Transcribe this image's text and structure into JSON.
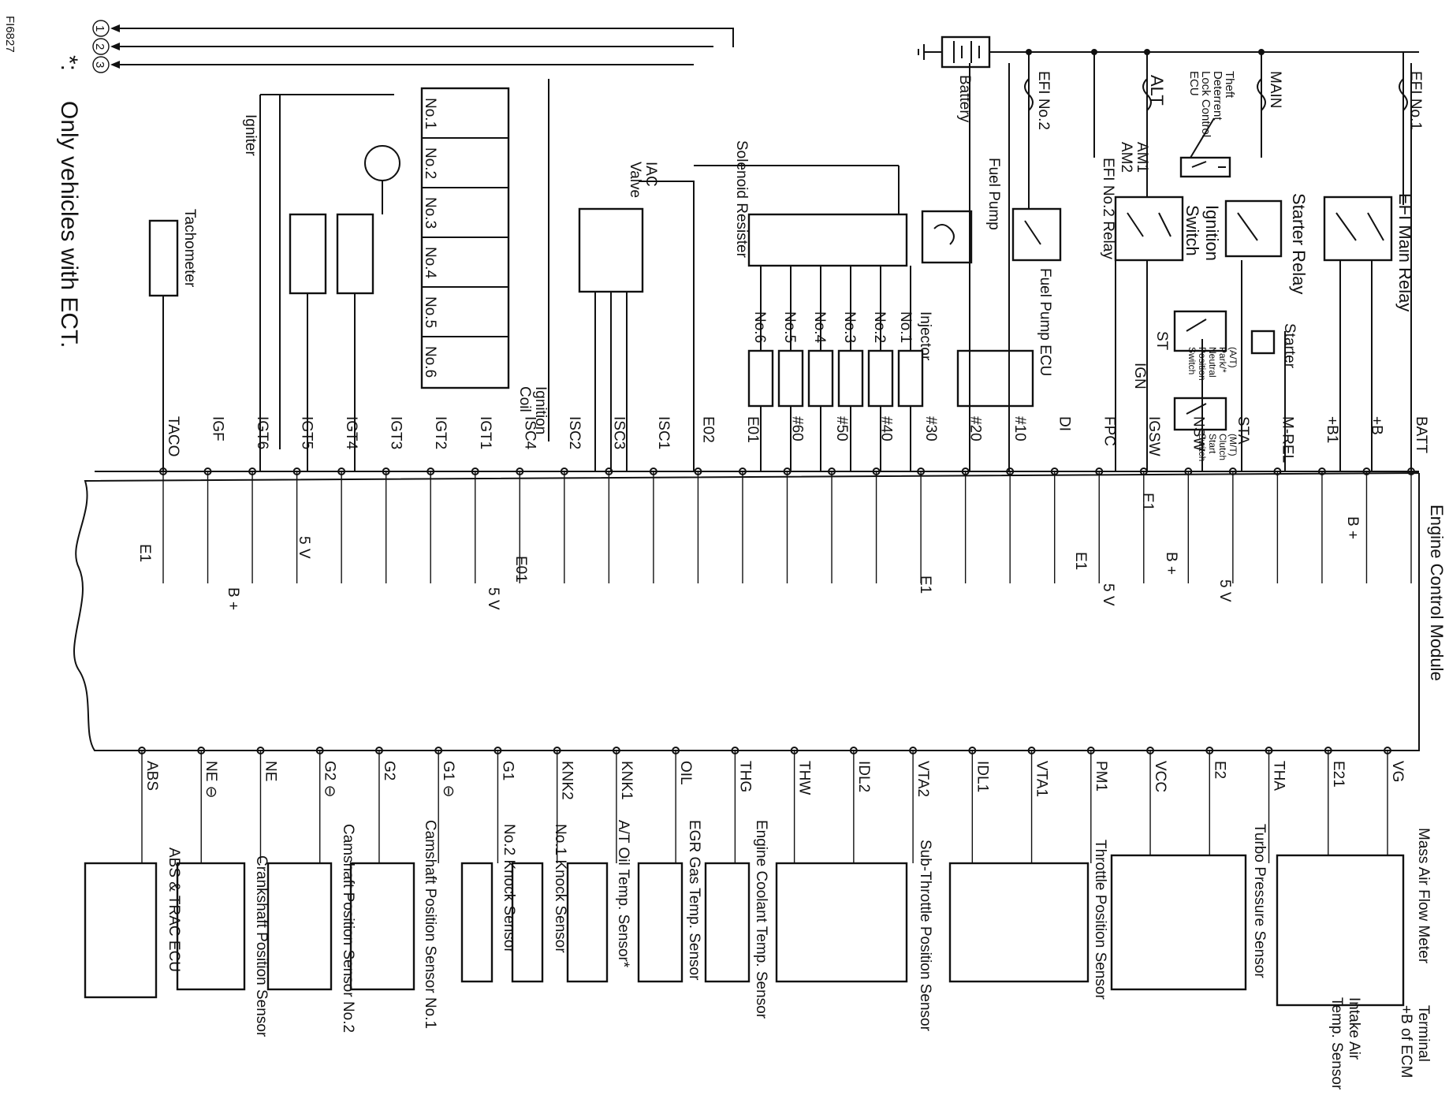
{
  "figure_id": "FI6827",
  "note": {
    "symbol": "*:",
    "text": "Only vehicles with ECT."
  },
  "connectors": [
    "1",
    "2",
    "3"
  ],
  "top": {
    "battery": "Battery",
    "efi_no2": "EFI No.2",
    "alt": "ALT",
    "theft": [
      "Theft",
      "Deterrent",
      "Lock Control",
      "ECU"
    ],
    "main": "MAIN",
    "efi_no1": "EFI No.1",
    "fuel_pump": "Fuel Pump",
    "fuel_pump_ecu": "Fuel Pump ECU",
    "efi_no2_relay": "EFI No.2 Relay",
    "am1": "AM1",
    "am2": "AM2",
    "ignition_switch": [
      "Ignition",
      "Switch"
    ],
    "starter_relay": "Starter Relay",
    "efi_main_relay": "EFI Main Relay",
    "starter": "Starter",
    "park_neutral": [
      "(A/T)",
      "Park/*",
      "Neutral",
      "Position",
      "Switch"
    ],
    "clutch_start": [
      "(M/T)",
      "Clutch",
      "Start",
      "Switch"
    ],
    "st": "ST",
    "ign": "IGN"
  },
  "left": {
    "igniter": "Igniter",
    "tachometer": "Tachometer",
    "ignition_coil": [
      "Ignition",
      "Coil"
    ],
    "coils": [
      "No.1",
      "No.2",
      "No.3",
      "No.4",
      "No.5",
      "No.6"
    ],
    "iac": [
      "IAC",
      "Valve"
    ],
    "solenoid": "Solenoid Resister",
    "injector": "Injector",
    "injectors": [
      "No.1",
      "No.2",
      "No.3",
      "No.4",
      "No.5",
      "No.6"
    ]
  },
  "ecm": {
    "title": "Engine Control Module",
    "top_pins": [
      "TACO",
      "IGF",
      "IGT6",
      "IGT5",
      "IGT4",
      "IGT3",
      "IGT2",
      "IGT1",
      "ISC4",
      "ISC2",
      "ISC3",
      "ISC1",
      "E02",
      "E01",
      "#60",
      "#50",
      "#40",
      "#30",
      "#20",
      "#10",
      "DI",
      "FPC",
      "IGSW",
      "NSW",
      "STA",
      "M-REL",
      "+B1",
      "+B",
      "BATT"
    ],
    "bottom_pins": [
      "ABS",
      "NE ⊖",
      "NE",
      "G2 ⊖",
      "G2",
      "G1 ⊖",
      "G1",
      "KNK2",
      "KNK1",
      "OIL",
      "THG",
      "THW",
      "IDL2",
      "VTA2",
      "IDL1",
      "VTA1",
      "PM1",
      "VCC",
      "E2",
      "THA",
      "E21",
      "VG"
    ],
    "e1": "E1",
    "e01": "E01",
    "five_v": "5 V",
    "b_plus": "B +"
  },
  "sensors": {
    "abs_trac": "ABS & TRAC ECU",
    "crankshaft": "Crankshaft Position Sensor",
    "camshaft2": "Camshaft Position Sensor No.2",
    "camshaft1": "Camshaft Position Sensor No.1",
    "knock2": "No.2 Knock Sensor",
    "knock1": "No.1 Knock Sensor",
    "at_oil": "A/T Oil Temp. Sensor*",
    "egr": "EGR Gas Temp. Sensor",
    "coolant": "Engine Coolant Temp. Sensor",
    "sub_throttle": "Sub-Throttle Position Sensor",
    "throttle": "Throttle Position Sensor",
    "turbo": "Turbo Pressure Sensor",
    "maf": "Mass Air Flow Meter",
    "iat": [
      "Intake Air",
      "Temp. Sensor"
    ],
    "terminal": [
      "Terminal",
      "+B of ECM"
    ]
  }
}
